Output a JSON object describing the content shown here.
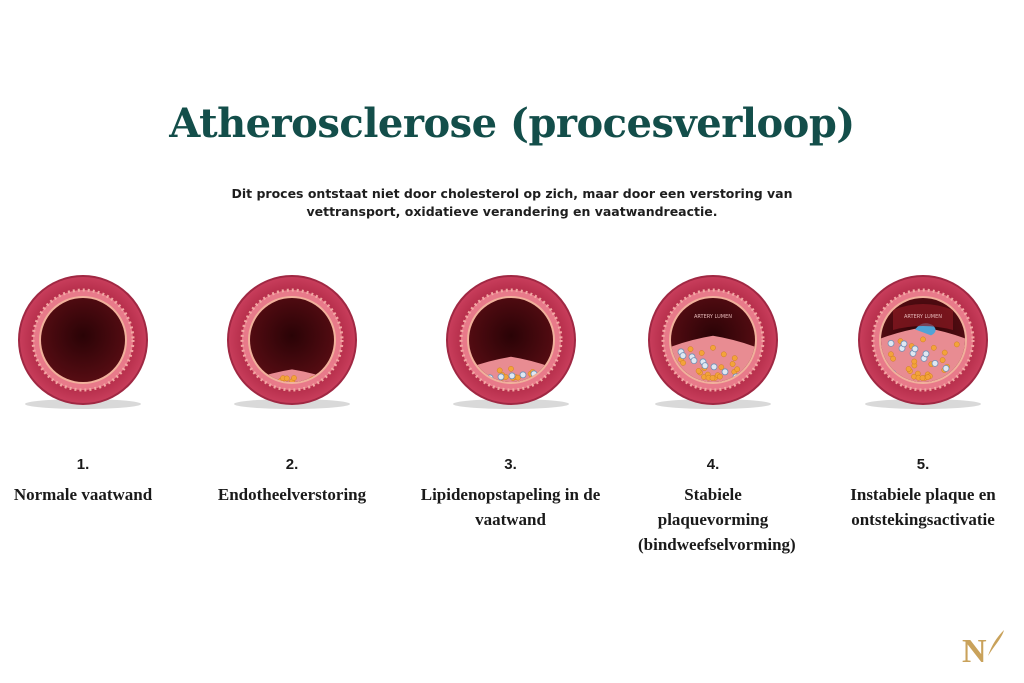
{
  "title": "Atherosclerose (procesverloop)",
  "subtitle": "Dit proces ontstaat niet door cholesterol op zich, maar door een verstoring van vettransport, oxidatieve verandering en vaatwandreactie.",
  "colors": {
    "title": "#134e4a",
    "outer_wall": "#c93e5c",
    "inner_wall": "#e87a8a",
    "lumen": "#5a0d14",
    "plaque": "#f3a33a",
    "logo": "#c9a25b"
  },
  "stages": [
    {
      "number": "1.",
      "label": "Normale vaatwand",
      "plaque_level": 0,
      "lumen_label": ""
    },
    {
      "number": "2.",
      "label": "Endotheelverstoring",
      "plaque_level": 0.15,
      "lumen_label": ""
    },
    {
      "number": "3.",
      "label": "Lipidenopstapeling in de vaatwand",
      "plaque_level": 0.3,
      "lumen_label": ""
    },
    {
      "number": "4.",
      "label": "Stabiele plaquevorming (bindweefselvorming)",
      "plaque_level": 0.55,
      "lumen_label": "ARTERY LUMEN"
    },
    {
      "number": "5.",
      "label": "Instabiele plaque en ontstekingsactivatie",
      "plaque_level": 0.65,
      "lumen_label": "ARTERY LUMEN"
    }
  ],
  "logo": {
    "letter": "N",
    "icon": "brand-logo-icon"
  }
}
